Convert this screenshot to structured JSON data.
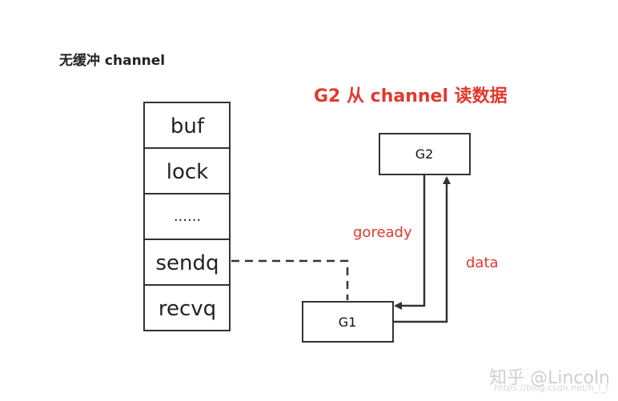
{
  "title": "无缓冲 channel",
  "heading": "G2 从 channel 读数据",
  "channel_fields": [
    "buf",
    "lock",
    "......",
    "sendq",
    "recvq"
  ],
  "goroutines": {
    "g1": "G1",
    "g2": "G2"
  },
  "edges": {
    "goready": "goready",
    "data": "data"
  },
  "watermark": {
    "brand": "知乎 @Lincoln",
    "url": "https://blog.csdn.net/h_l_f"
  },
  "colors": {
    "accent": "#e03a2e",
    "stroke": "#333333"
  }
}
